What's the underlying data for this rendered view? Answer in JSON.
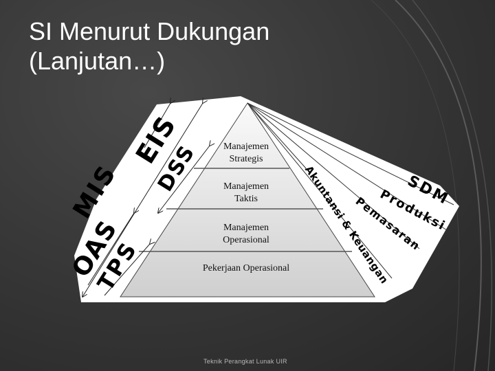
{
  "slide": {
    "title_line1": "SI Menurut Dukungan",
    "title_line2": "(Lanjutan…)",
    "footer": "Teknik Perangkat Lunak UIR"
  },
  "pyramid": {
    "levels": [
      {
        "line1": "Manajemen",
        "line2": "Strategis"
      },
      {
        "line1": "Manajemen",
        "line2": "Taktis"
      },
      {
        "line1": "Manajemen",
        "line2": "Operasional"
      },
      {
        "line1": "Pekerjaan Operasional",
        "line2": ""
      }
    ]
  },
  "left_labels": {
    "eis": "EIS",
    "dss": "DSS",
    "mis": "MIS",
    "oas": "OAS",
    "tps": "TPS"
  },
  "right_labels": {
    "sdm": "SDM",
    "produksi": "Produksi",
    "pemasaran": "Pemasaran",
    "akuntansi": "Akuntansi & Keuangan"
  },
  "colors": {
    "background": "#383838",
    "title_text": "#ffffff",
    "pyramid_top": "#fafafa",
    "pyramid_bottom": "#cfcfcf",
    "panel": "#ffffff"
  }
}
